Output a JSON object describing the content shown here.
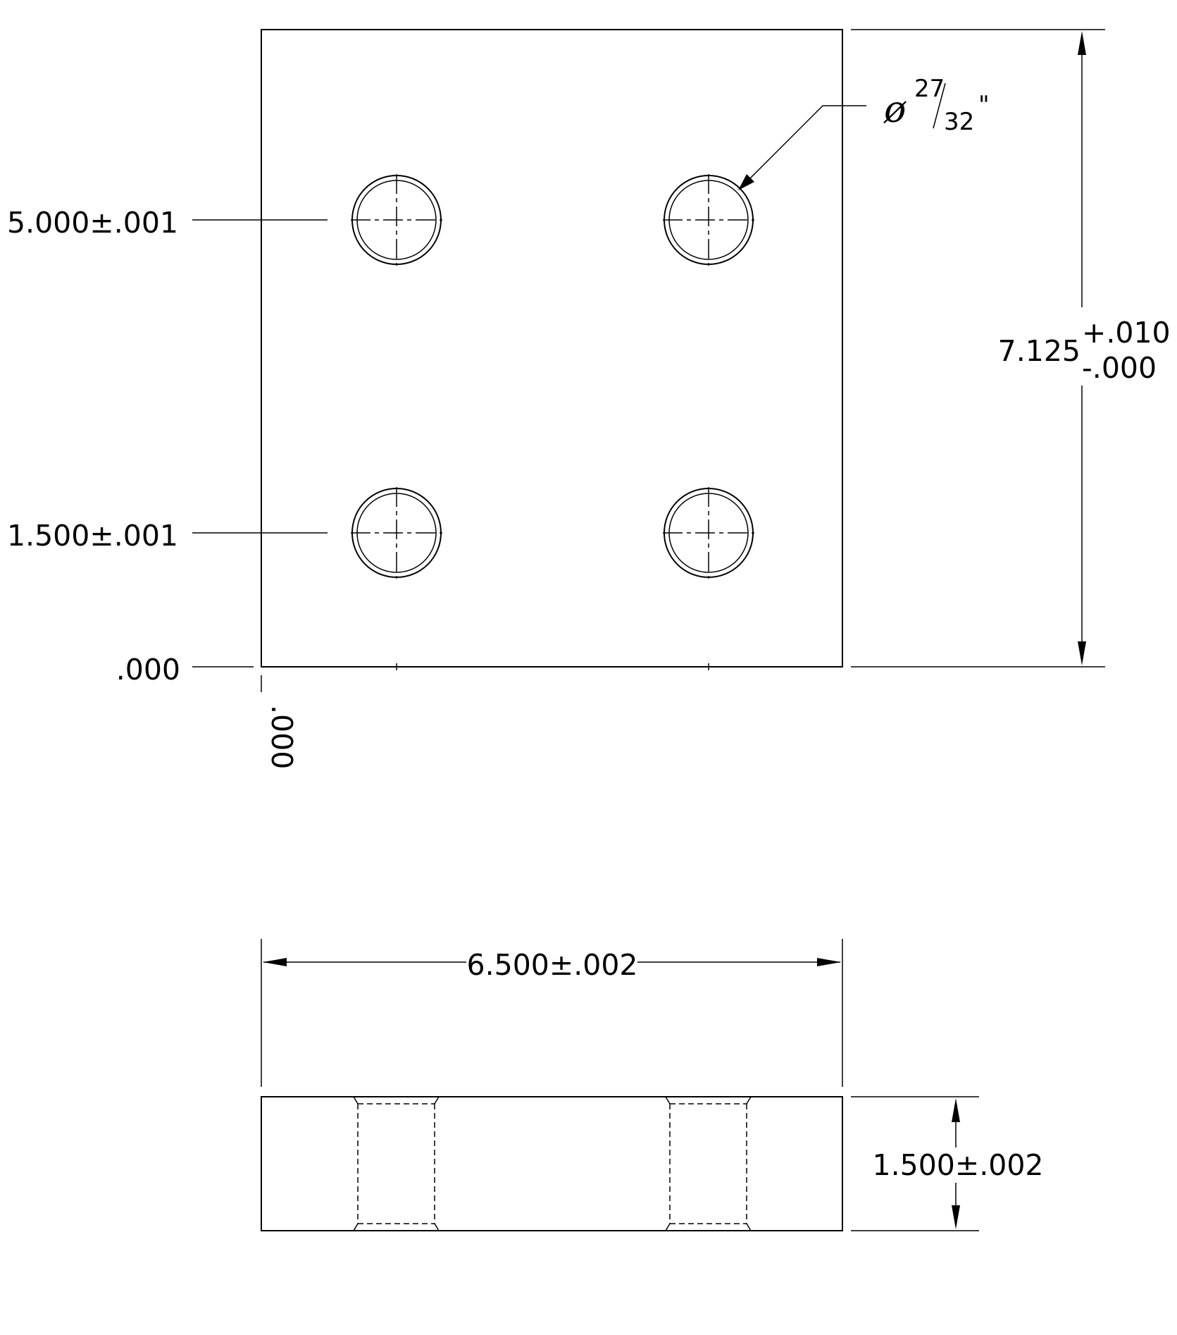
{
  "top_view": {
    "ordinate_y_5000": "5.000±.001",
    "ordinate_y_1500": "1.500±.001",
    "ordinate_y_zero": ".000",
    "ordinate_x_zero": ".000",
    "height_nominal": "7.125",
    "height_tol_plus": "+.010",
    "height_tol_minus": "-.000",
    "hole_diameter_symbol": "ø",
    "hole_diameter_numerator": "27",
    "hole_diameter_denominator": "32",
    "hole_diameter_unit": "\""
  },
  "front_view": {
    "width": "6.500±.002",
    "thickness": "1.500±.002"
  }
}
